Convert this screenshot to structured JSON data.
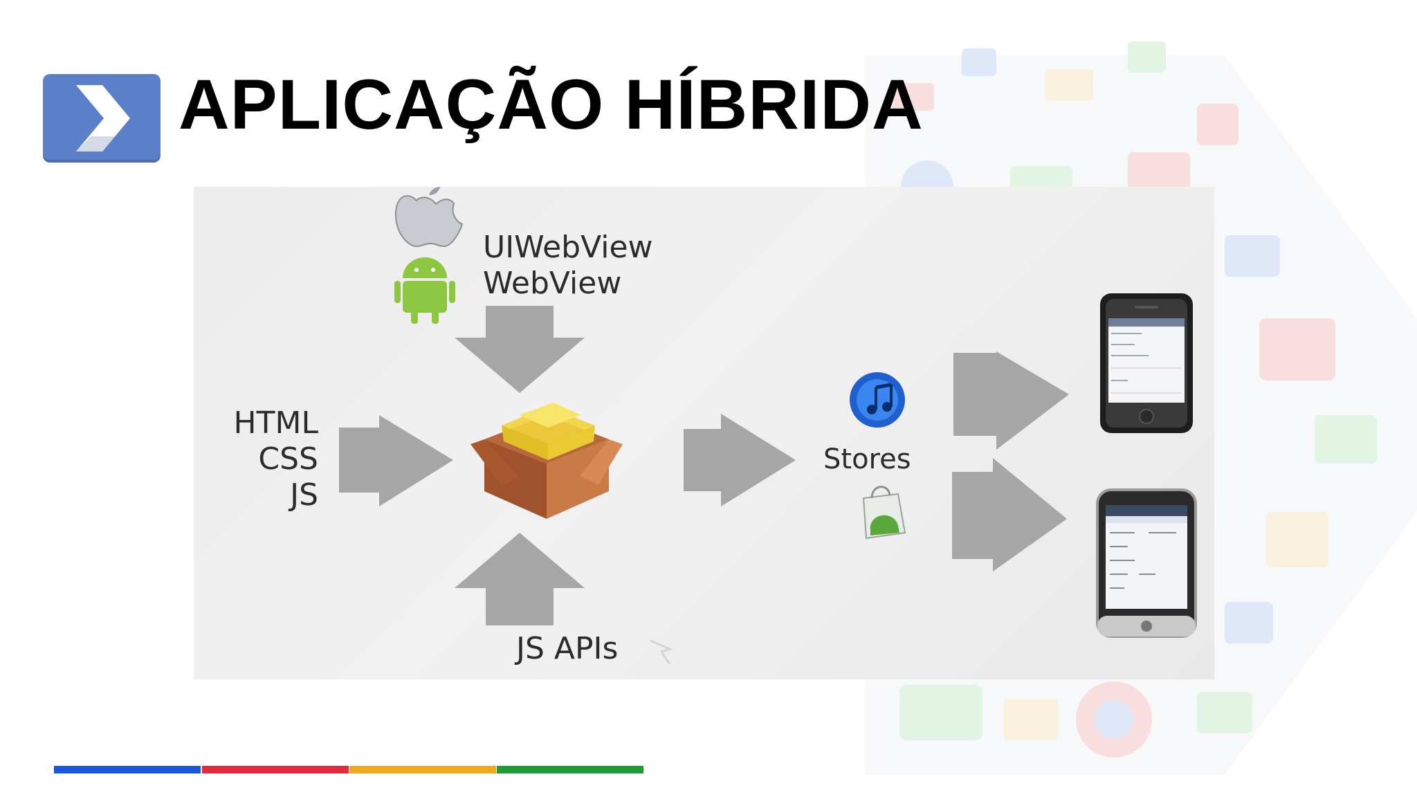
{
  "slide": {
    "title": "APLICAÇÃO HÍBRIDA"
  },
  "diagram": {
    "webview_labels": [
      "UIWebView",
      "WebView"
    ],
    "input_labels": [
      "HTML",
      "CSS",
      "JS"
    ],
    "stores_label": "Stores",
    "apis_label": "JS APIs",
    "icons": [
      "apple-icon",
      "android-icon",
      "package-box-icon",
      "itunes-icon",
      "android-market-icon",
      "iphone-icon",
      "android-phone-icon"
    ]
  },
  "colors": {
    "badge": "#5b7fc9",
    "arrow": "#a6a6a6",
    "bar_blue": "#1a56db",
    "bar_red": "#e02b3b",
    "bar_yellow": "#f2a81d",
    "bar_green": "#1e9a36"
  }
}
